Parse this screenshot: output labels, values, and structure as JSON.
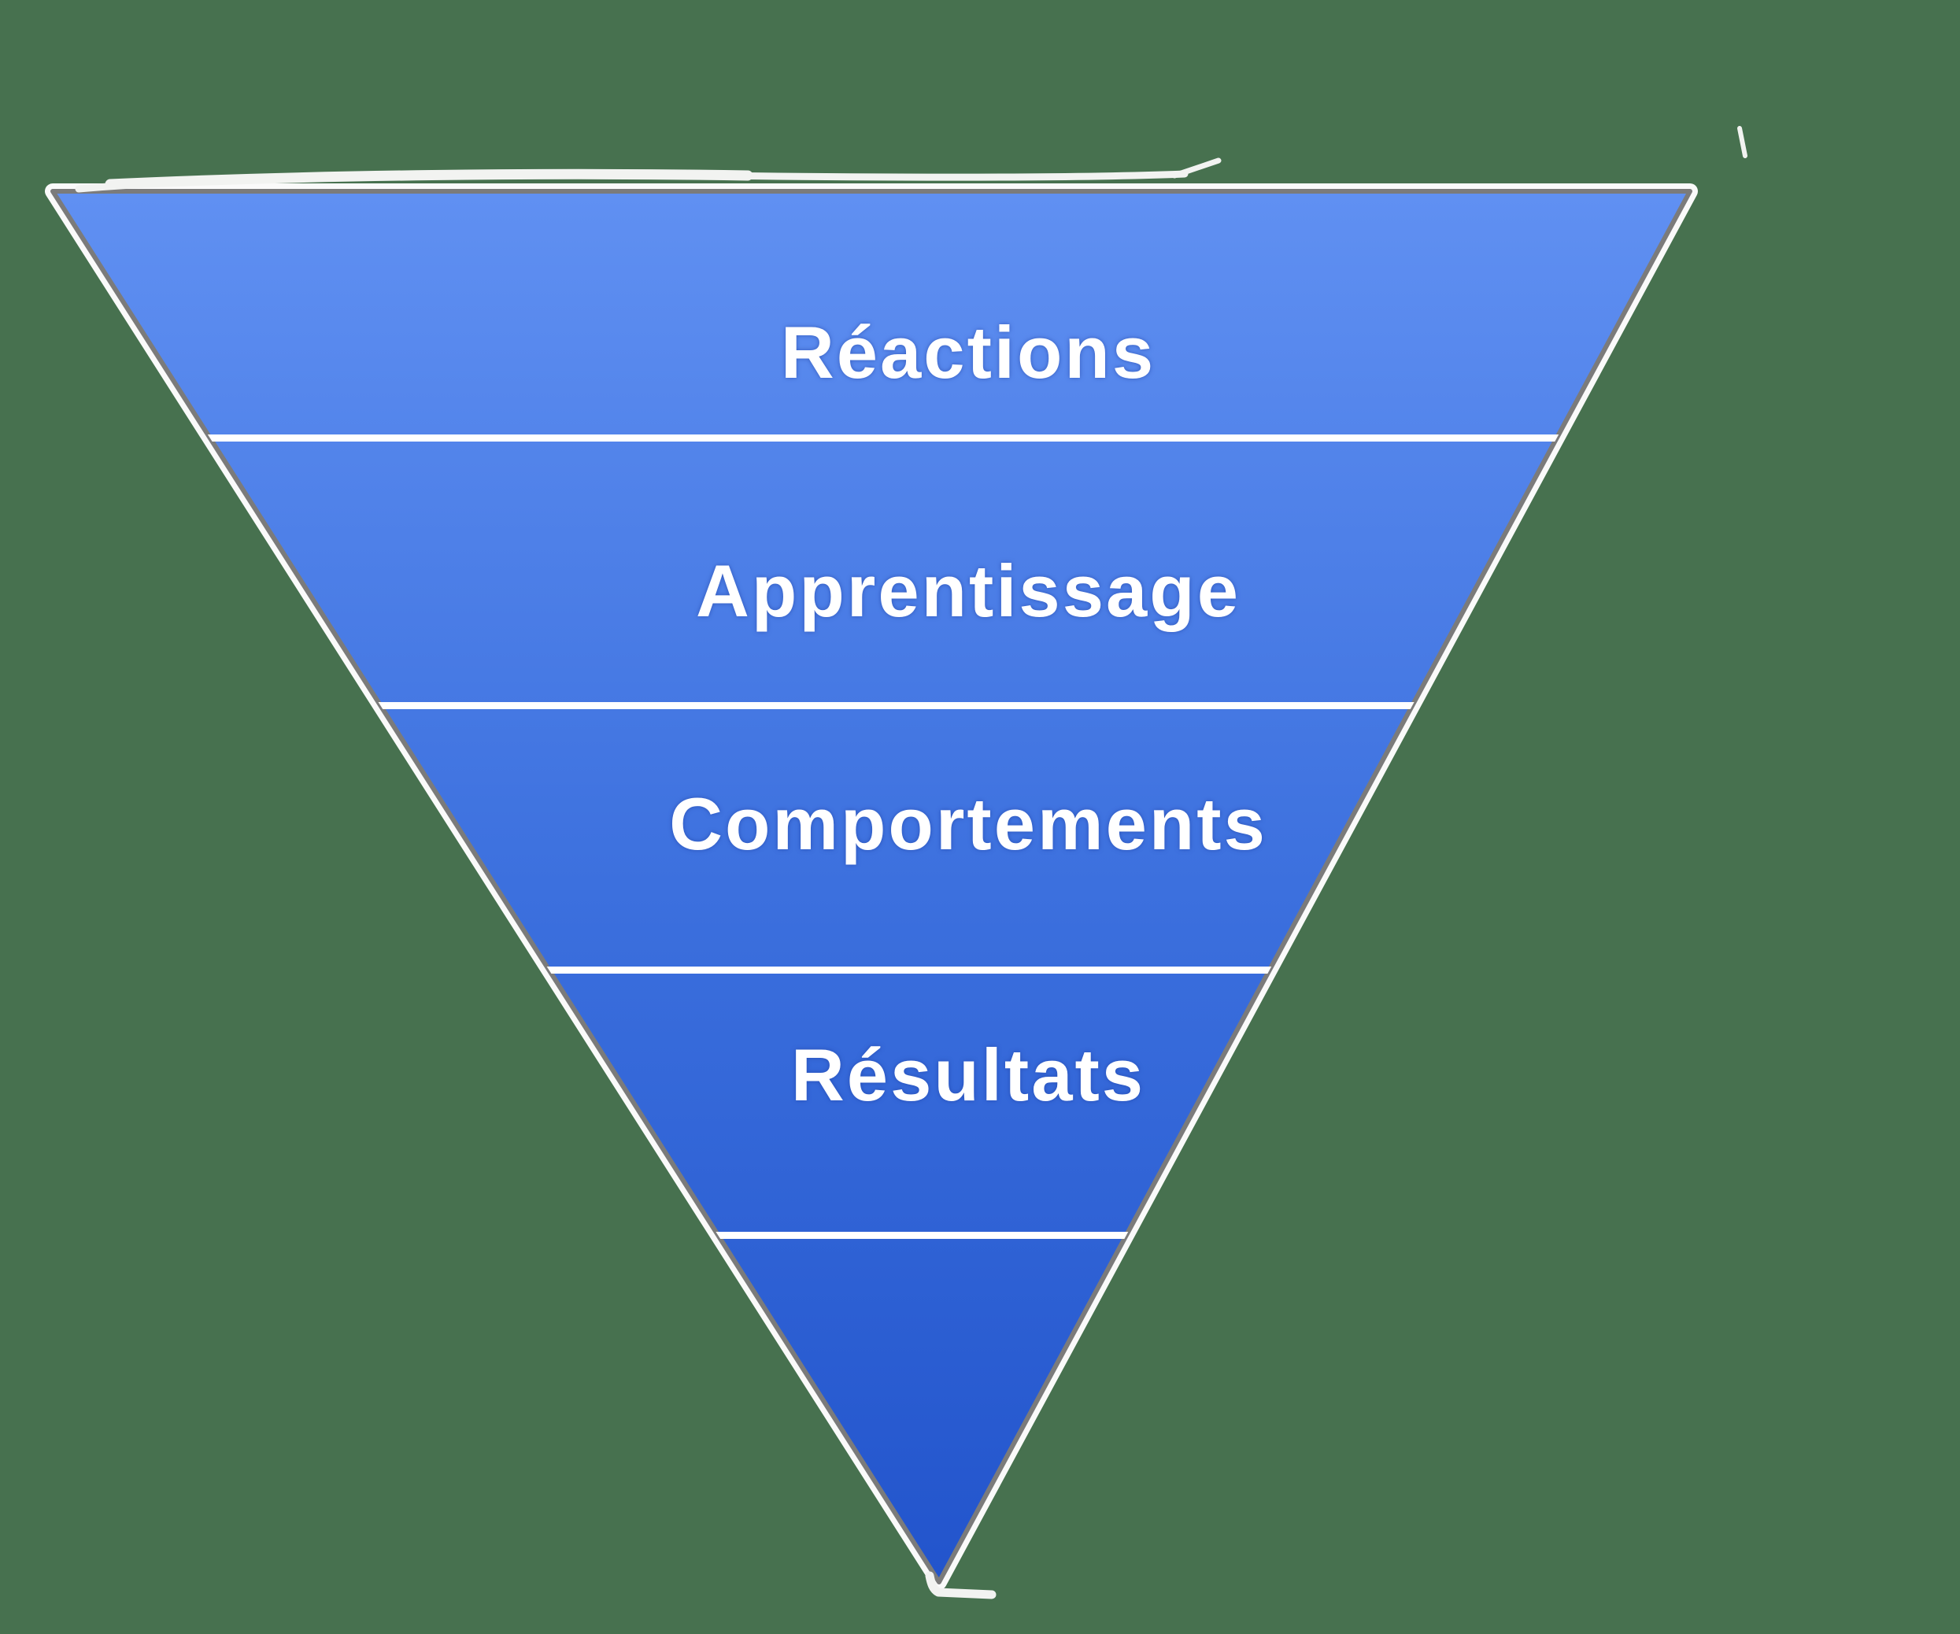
{
  "diagram": {
    "type": "inverted-pyramid-funnel",
    "levels": [
      {
        "id": "reactions",
        "label": "Réactions"
      },
      {
        "id": "apprentissage",
        "label": "Apprentissage"
      },
      {
        "id": "comportements",
        "label": "Comportements"
      },
      {
        "id": "resultats",
        "label": "Résultats"
      },
      {
        "id": "tip",
        "label": ""
      }
    ]
  },
  "colors": {
    "background": "#47714F",
    "funnel_top": "#6090F2",
    "funnel_mid": "#3C70DE",
    "funnel_bottom": "#2254CC",
    "divider": "#FFFFFF",
    "label_text": "#FFFFFF",
    "edge_gray": "#7B7B7B",
    "edge_white": "#FAFAFA",
    "scribble_white": "#F2F3F1"
  }
}
